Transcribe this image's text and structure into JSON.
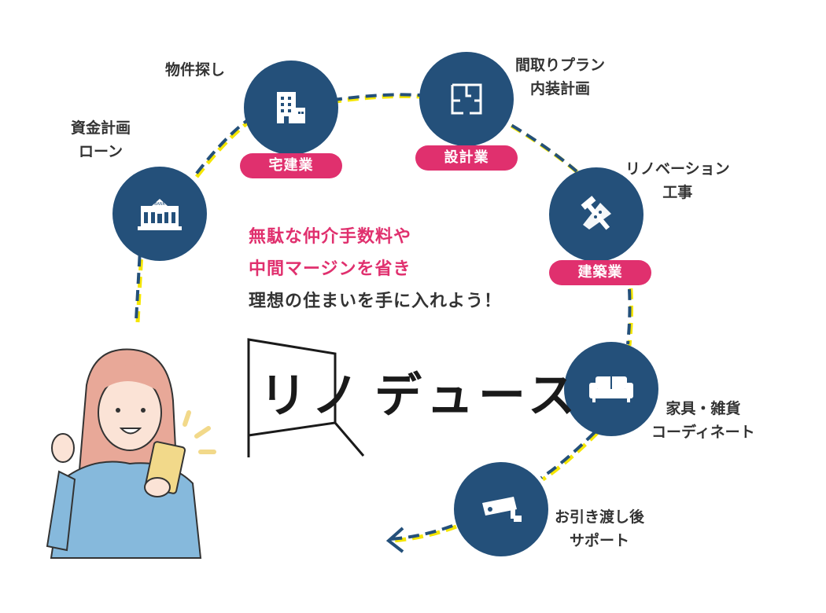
{
  "steps": [
    {
      "label1": "資金計画",
      "label2": "ローン",
      "icon": "bank-icon"
    },
    {
      "label1": "物件探し",
      "icon": "building-icon",
      "badge": "宅建業"
    },
    {
      "label1": "間取りプラン",
      "label2": "内装計画",
      "icon": "floor-plan-icon",
      "badge": "設計業"
    },
    {
      "label1": "リノベーション",
      "label2": "工事",
      "icon": "tools-icon",
      "badge": "建築業"
    },
    {
      "label1": "家具・雑貨",
      "label2": "コーディネート",
      "icon": "sofa-icon"
    },
    {
      "label1": "お引き渡し後",
      "label2": "サポート",
      "icon": "camera-icon"
    }
  ],
  "message": {
    "line1": "無駄な仲介手数料や",
    "line2": "中間マージンを省き",
    "line3": "理想の住まいを手に入れよう！"
  },
  "logo": {
    "part1": "リノ",
    "part2": "デュース"
  },
  "bank_sign": "BANK",
  "colors": {
    "navy": "#24507a",
    "pink": "#e0306e",
    "yellow": "#f5e600"
  }
}
